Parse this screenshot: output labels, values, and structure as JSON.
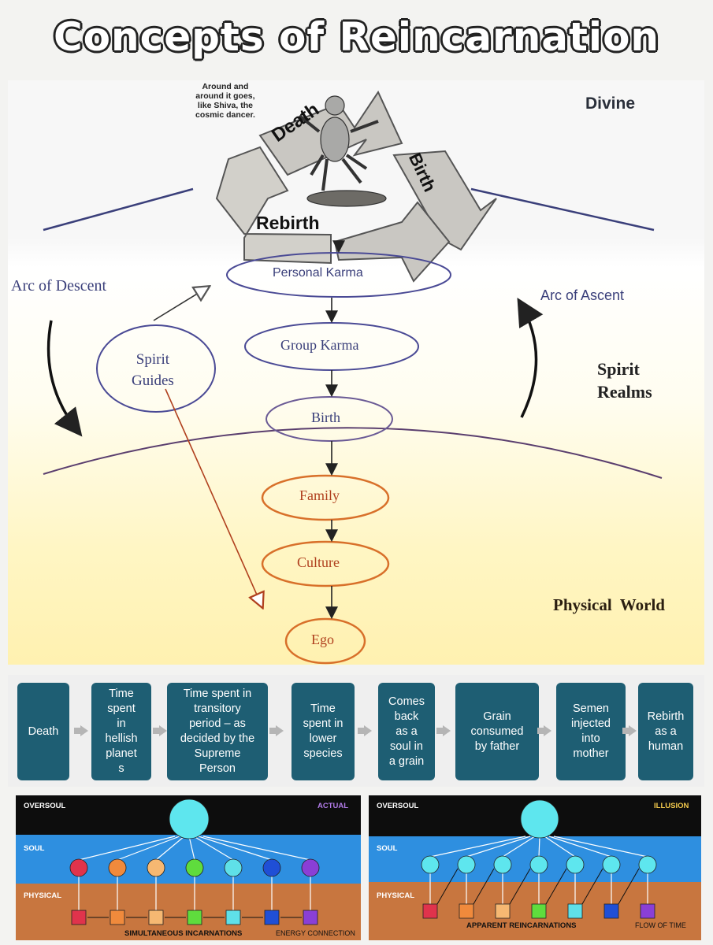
{
  "title": "Concepts of Reincarnation",
  "cycle": {
    "caption": "Around and\naround it goes,\nlike Shiva, the\ncosmic dancer.",
    "death": "Death",
    "birth": "Birth",
    "rebirth": "Rebirth"
  },
  "realms": {
    "divine": "Divine",
    "spirit_realms": "Spirit\nRealms",
    "physical_world": "Physical  World"
  },
  "arcs": {
    "descent": "Arc of Descent",
    "ascent": "Arc of Ascent"
  },
  "nodes": {
    "personal_karma": "Personal Karma",
    "group_karma": "Group Karma",
    "spirit_guides": "Spirit\nGuides",
    "birth": "Birth",
    "family": "Family",
    "culture": "Culture",
    "ego": "Ego"
  },
  "steps": [
    "Death",
    "Time\nspent\nin\nhellish\nplanet\ns",
    "Time spent in\ntransitory\nperiod – as\ndecided by the\nSupreme\nPerson",
    "Time\nspent in\nlower\nspecies",
    "Comes\nback\nas a\nsoul in\na grain",
    "Grain\nconsumed\nby father",
    "Semen\ninjected\ninto\nmother",
    "Rebirth\nas a\nhuman"
  ],
  "panels": {
    "actual": {
      "oversoul": "OVERSOUL",
      "tag": "ACTUAL",
      "soul": "SOUL",
      "physical": "PHYSICAL",
      "caption": "SIMULTANEOUS INCARNATIONS",
      "note": "ENERGY CONNECTION"
    },
    "illusion": {
      "oversoul": "OVERSOUL",
      "tag": "ILLUSION",
      "soul": "SOUL",
      "physical": "PHYSICAL",
      "caption": "APPARENT REINCARNATIONS",
      "note": "FLOW OF TIME"
    }
  },
  "colors": {
    "step_fill": "#1e5e73",
    "oversoul_bg": "#0d0d0d",
    "soul_bg": "#2e8fe0",
    "physical_bg": "#c8763f",
    "oversoul_circle": "#5ee6ee",
    "incarnation_colors": [
      "#e0334c",
      "#f08a3c",
      "#f6b872",
      "#5fdc3d",
      "#5fe0e8",
      "#1f4fd6",
      "#8a3fd6"
    ],
    "actual_tag": "#b07ae6",
    "illusion_tag": "#f2c94c"
  }
}
